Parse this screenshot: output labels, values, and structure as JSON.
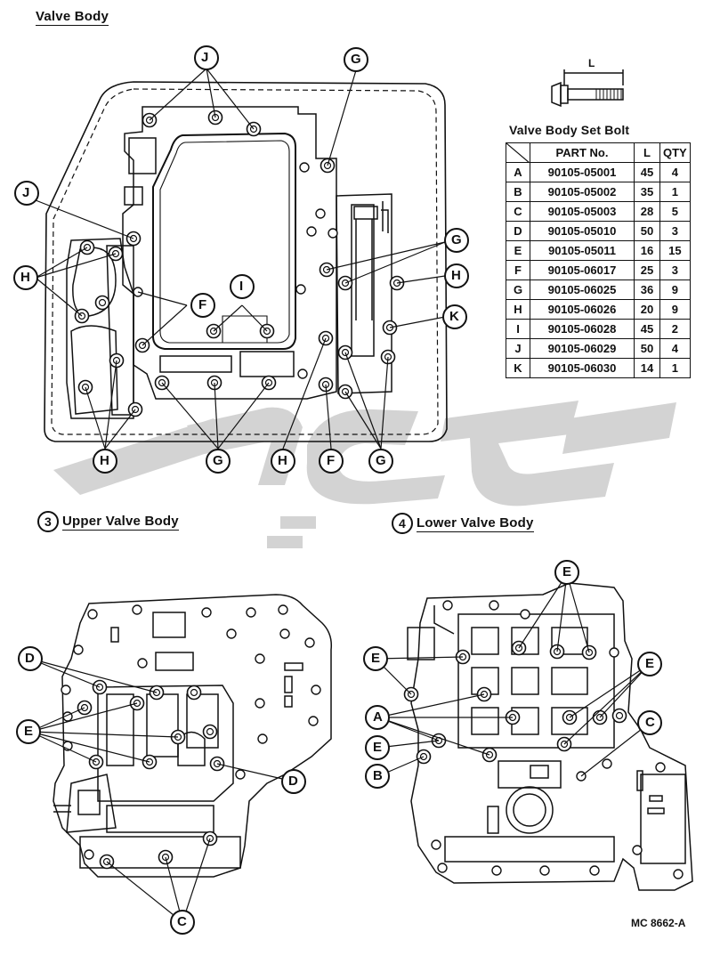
{
  "titles": {
    "valve_body": "Valve Body",
    "upper_num": "3",
    "upper": "Upper Valve Body",
    "lower_num": "4",
    "lower": "Lower Valve Body",
    "table_title": "Valve Body Set Bolt",
    "length_label": "L",
    "code": "MC 8662-A"
  },
  "table": {
    "headers": [
      "",
      "PART No.",
      "L",
      "QTY"
    ],
    "rows": [
      [
        "A",
        "90105-05001",
        "45",
        "4"
      ],
      [
        "B",
        "90105-05002",
        "35",
        "1"
      ],
      [
        "C",
        "90105-05003",
        "28",
        "5"
      ],
      [
        "D",
        "90105-05010",
        "50",
        "3"
      ],
      [
        "E",
        "90105-05011",
        "16",
        "15"
      ],
      [
        "F",
        "90105-06017",
        "25",
        "3"
      ],
      [
        "G",
        "90105-06025",
        "36",
        "9"
      ],
      [
        "H",
        "90105-06026",
        "20",
        "9"
      ],
      [
        "I",
        "90105-06028",
        "45",
        "2"
      ],
      [
        "J",
        "90105-06029",
        "50",
        "4"
      ],
      [
        "K",
        "90105-06030",
        "14",
        "1"
      ]
    ]
  },
  "callouts": {
    "j1": "J",
    "g1": "G",
    "j2": "J",
    "h1": "H",
    "f1": "F",
    "i1": "I",
    "g2": "G",
    "h2": "H",
    "k1": "K",
    "h3": "H",
    "g3": "G",
    "h4": "H",
    "f2": "F",
    "g4": "G",
    "d1": "D",
    "e1": "E",
    "d2": "D",
    "c1": "C",
    "e2": "E",
    "e3": "E",
    "e4": "E",
    "a1": "A",
    "e5": "E",
    "b1": "B",
    "c2": "C"
  }
}
